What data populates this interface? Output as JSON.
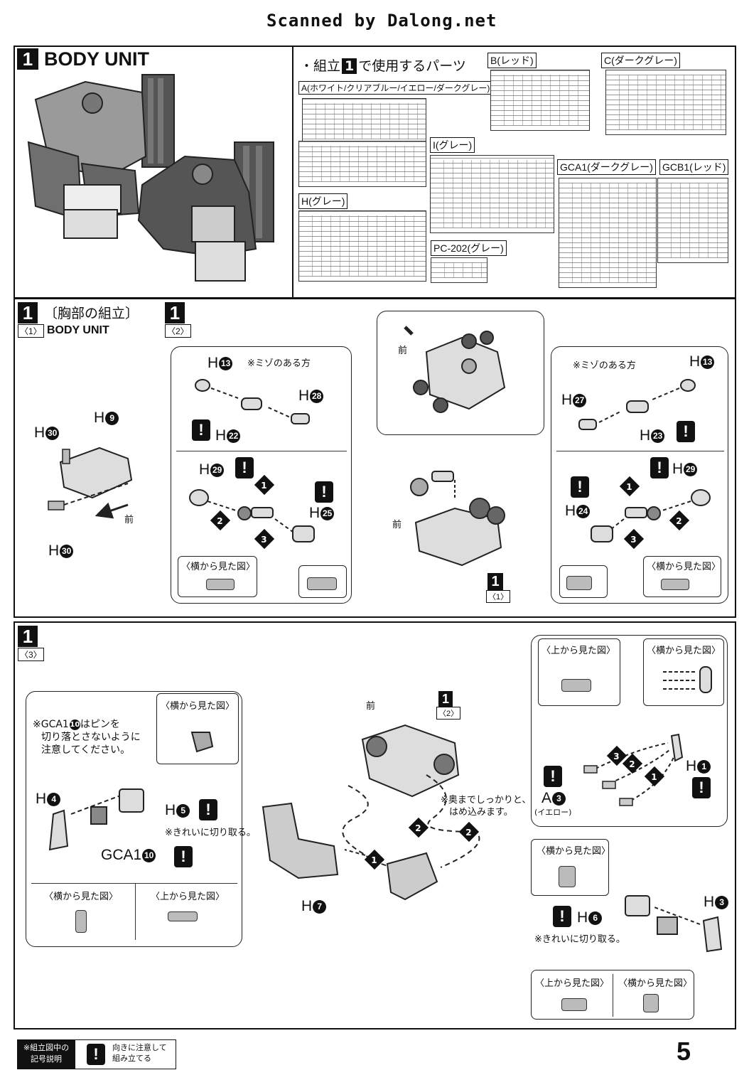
{
  "header": {
    "scanned_by": "Scanned by Dalong.net"
  },
  "section1": {
    "number": "1",
    "title": "BODY UNIT",
    "parts_heading_pre": "・組立",
    "parts_heading_num": "1",
    "parts_heading_post": "で使用するパーツ",
    "runners": {
      "A": "A(ホワイト/クリアブルー/イエロー/ダークグレー)",
      "B": "B(レッド)",
      "C": "C(ダークグレー)",
      "I": "I(グレー)",
      "H": "H(グレー)",
      "GCA1": "GCA1(ダークグレー)",
      "GCB1": "GCB1(レッド)",
      "PC202": "PC-202(グレー)"
    }
  },
  "step1_1": {
    "num": "1",
    "sub": "〈1〉",
    "title": "〔胸部の組立〕",
    "subtitle": "BODY UNIT",
    "labels": {
      "h30a": "H",
      "h30a_n": "30",
      "h9": "H",
      "h9_n": "9",
      "h30b": "H",
      "h30b_n": "30",
      "front": "前"
    }
  },
  "step1_2": {
    "num": "1",
    "sub": "〈2〉",
    "left": {
      "h13": "H",
      "h13_n": "13",
      "groove": "※ミゾのある方",
      "h28": "H",
      "h28_n": "28",
      "h22": "H",
      "h22_n": "22",
      "h29": "H",
      "h29_n": "29",
      "h25": "H",
      "h25_n": "25",
      "side": "〈横から見た図〉"
    },
    "center": {
      "front1": "前",
      "front2": "前",
      "ref_num": "1",
      "ref_sub": "〈1〉"
    },
    "right": {
      "h13": "H",
      "h13_n": "13",
      "groove": "※ミゾのある方",
      "h27": "H",
      "h27_n": "27",
      "h23": "H",
      "h23_n": "23",
      "h29": "H",
      "h29_n": "29",
      "h24": "H",
      "h24_n": "24",
      "side": "〈横から見た図〉"
    }
  },
  "step1_3": {
    "num": "1",
    "sub": "〈3〉",
    "left": {
      "gca_note_1": "※GCA1",
      "gca_note_n": "10",
      "gca_note_2": "はピンを",
      "gca_note_3": "切り落とさないように",
      "gca_note_4": "注意してください。",
      "side1": "〈横から見た図〉",
      "h4": "H",
      "h4_n": "4",
      "h5": "H",
      "h5_n": "5",
      "clean": "※きれいに切り取る。",
      "gca1": "GCA1",
      "gca1_n": "10",
      "side2": "〈横から見た図〉",
      "top": "〈上から見た図〉"
    },
    "center": {
      "front": "前",
      "ref_num": "1",
      "ref_sub": "〈2〉",
      "press1": "※奥までしっかりと、",
      "press2": "はめ込みます。",
      "h7": "H",
      "h7_n": "7"
    },
    "right": {
      "top1": "〈上から見た図〉",
      "side1": "〈横から見た図〉",
      "h1": "H",
      "h1_n": "1",
      "a3": "A",
      "a3_n": "3",
      "yellow": "(イエロー)",
      "side2": "〈横から見た図〉",
      "h6": "H",
      "h6_n": "6",
      "h3": "H",
      "h3_n": "3",
      "clean": "※きれいに切り取る。",
      "top2": "〈上から見た図〉",
      "side3": "〈横から見た図〉"
    }
  },
  "legend": {
    "title1": "※組立図中の",
    "title2": "記号説明",
    "desc1": "向きに注意して",
    "desc2": "組み立てる"
  },
  "page_number": "5",
  "steps": {
    "s1": "1",
    "s2": "2",
    "s3": "3"
  }
}
